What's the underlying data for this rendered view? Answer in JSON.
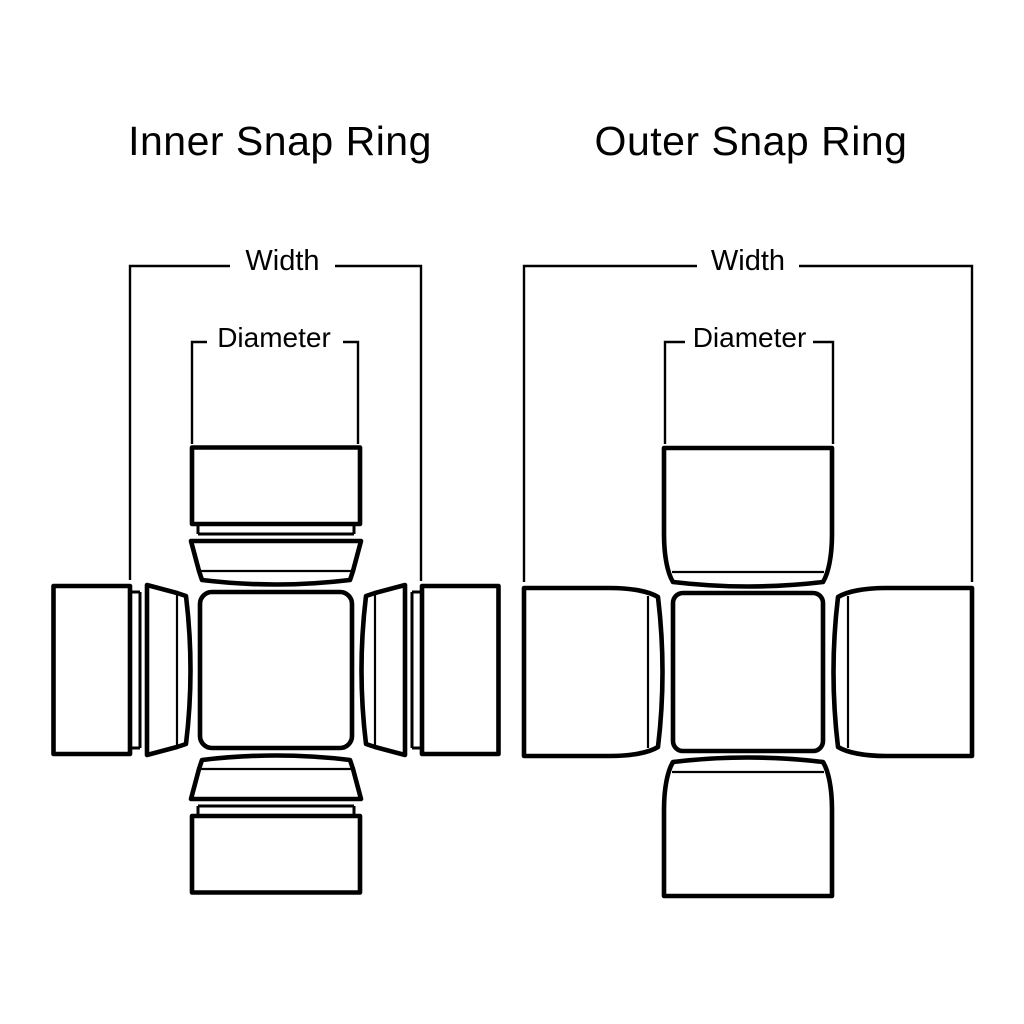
{
  "figure": {
    "background": "#ffffff",
    "line_color": "#000000",
    "text_color": "#000000",
    "diagrams": [
      {
        "id": "inner-snap-ring",
        "title": "Inner Snap Ring",
        "width_label": "Width",
        "diameter_label": "Diameter"
      },
      {
        "id": "outer-snap-ring",
        "title": "Outer Snap Ring",
        "width_label": "Width",
        "diameter_label": "Diameter"
      }
    ]
  }
}
